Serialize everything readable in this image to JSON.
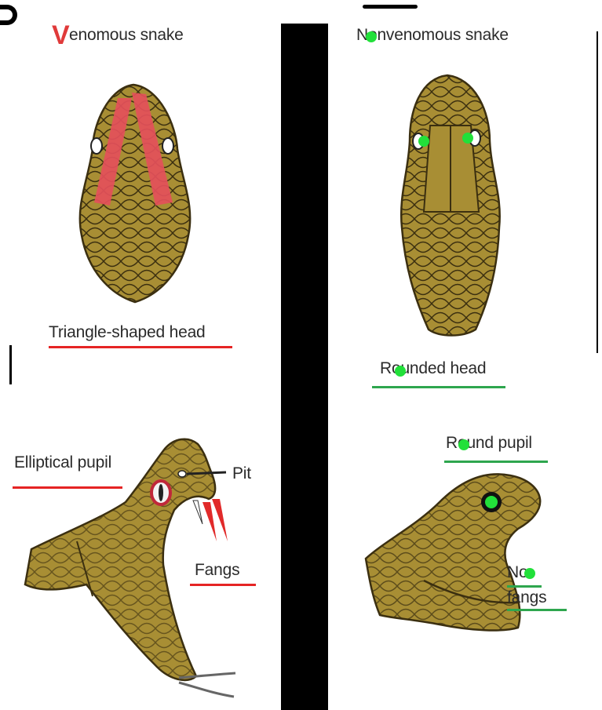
{
  "venomous": {
    "title": "enomous snake",
    "title_initial": "V",
    "head_label": "Triangle-shaped head",
    "pupil_label": "Elliptical pupil",
    "pit_label": "Pit",
    "fangs_label": "Fangs"
  },
  "nonvenomous": {
    "title": "Nonvenomous snake",
    "head_label": "Rounded head",
    "pupil_label": "Round pupil",
    "fangs_label_line1": "No",
    "fangs_label_line2": "fangs"
  },
  "colors": {
    "snake_fill": "#a88e34",
    "snake_stroke": "#3b2f10",
    "red_underline": "#e52424",
    "green_underline": "#2ea64e",
    "highlight_dot": "#22e03a",
    "divider": "#000000"
  }
}
